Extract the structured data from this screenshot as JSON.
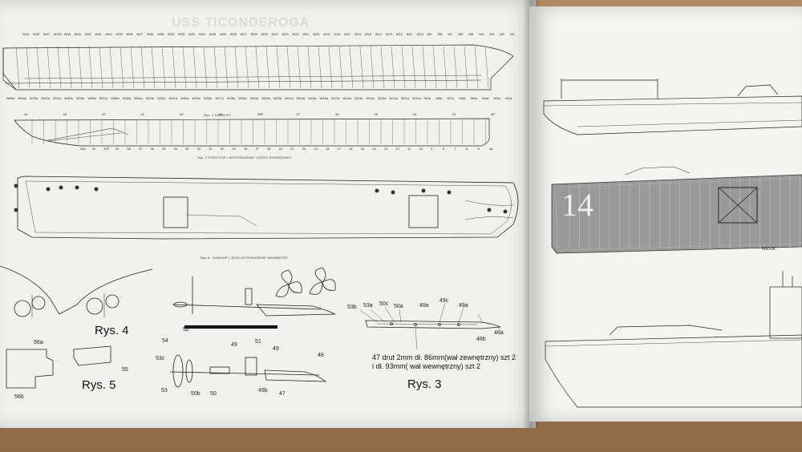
{
  "watermark": "USS TICONDEROGA",
  "left_page": {
    "captions": {
      "rys1": "Rys. 1 SZKIELET",
      "rys2": "Rys. 2 POSZYCIE I WYPOSAŻENIE CZĘŚCI PODWODNEJ",
      "rys6": "Rys.6 - HANGAR I JEGO WYPOSAŻENIE WEWNĘTRZ",
      "rys3": "Rys. 3",
      "rys4": "Rys. 4",
      "rys5": "Rys. 5"
    },
    "note_line1": "47 drut 2mm  dł. 86mm(wał zewnętrzny) szt 2",
    "note_line2": "i dł. 93mm( wał wewnętrzny) szt 2",
    "part_labels": {
      "p48": "48",
      "p48a": "48a",
      "p48b": "48b",
      "p49": "49",
      "p49a": "49a",
      "p49b": "49b",
      "p49c": "49c",
      "p50": "50",
      "p50a": "50a",
      "p50b": "50b",
      "p50c": "50c",
      "p51": "51",
      "p52": "52",
      "p53": "53",
      "p53a": "53a",
      "p53b": "53b",
      "p53c": "53c",
      "p54": "54",
      "p55": "55",
      "p56a": "56a",
      "p56b": "56b",
      "p47": "47"
    },
    "frame_top_labels": [
      "W44",
      "W45",
      "W47",
      "W47b",
      "W46",
      "W43",
      "W42",
      "W41",
      "W40",
      "W39",
      "W38",
      "W37",
      "W36",
      "W35",
      "W34",
      "W33",
      "W32",
      "W31",
      "W30",
      "W29",
      "W28",
      "W27",
      "W26",
      "W25",
      "W24",
      "W23",
      "W22",
      "W21",
      "W20",
      "W19",
      "W18",
      "W17",
      "W16",
      "W15",
      "W14",
      "W13",
      "W12",
      "W11",
      "W10",
      "W9",
      "W8",
      "W7",
      "W6",
      "W5",
      "W4",
      "W3",
      "W2",
      "W1"
    ],
    "frame_bottom_labels": [
      "W45a",
      "W44a",
      "W43a",
      "W42a",
      "W41a",
      "W40a",
      "W39a",
      "W38a",
      "W37a",
      "W36a",
      "W35a",
      "W34a",
      "W33a",
      "W32a",
      "W31a",
      "W30a",
      "W29a",
      "W28a",
      "W27a",
      "W26a",
      "W25a",
      "W24a",
      "W23a",
      "W22a",
      "W21a",
      "W20a",
      "W19a",
      "W18a",
      "W17a",
      "W16a",
      "W15a",
      "W14a",
      "W13a",
      "W12a",
      "W11a",
      "W10a",
      "W9a",
      "W8a",
      "W7a",
      "W6a",
      "W5a",
      "W4a",
      "W3a",
      "W2a"
    ],
    "hull_bottom_labels": [
      "40a",
      "40",
      "37P",
      "39",
      "38",
      "37",
      "36",
      "35",
      "34",
      "33",
      "32",
      "31",
      "30",
      "29",
      "28",
      "27",
      "26",
      "22",
      "21",
      "20",
      "19",
      "18",
      "17",
      "16",
      "15",
      "14",
      "13",
      "12",
      "11",
      "10",
      "9",
      "8",
      "7",
      "6",
      "5",
      "5a"
    ],
    "hull_top_labels": [
      "44",
      "43",
      "42",
      "41",
      "40",
      "39",
      "38P",
      "27",
      "26",
      "25",
      "24",
      "23",
      "5P"
    ]
  },
  "right_page": {
    "deck_number": "14",
    "widok": "WIDOK"
  }
}
